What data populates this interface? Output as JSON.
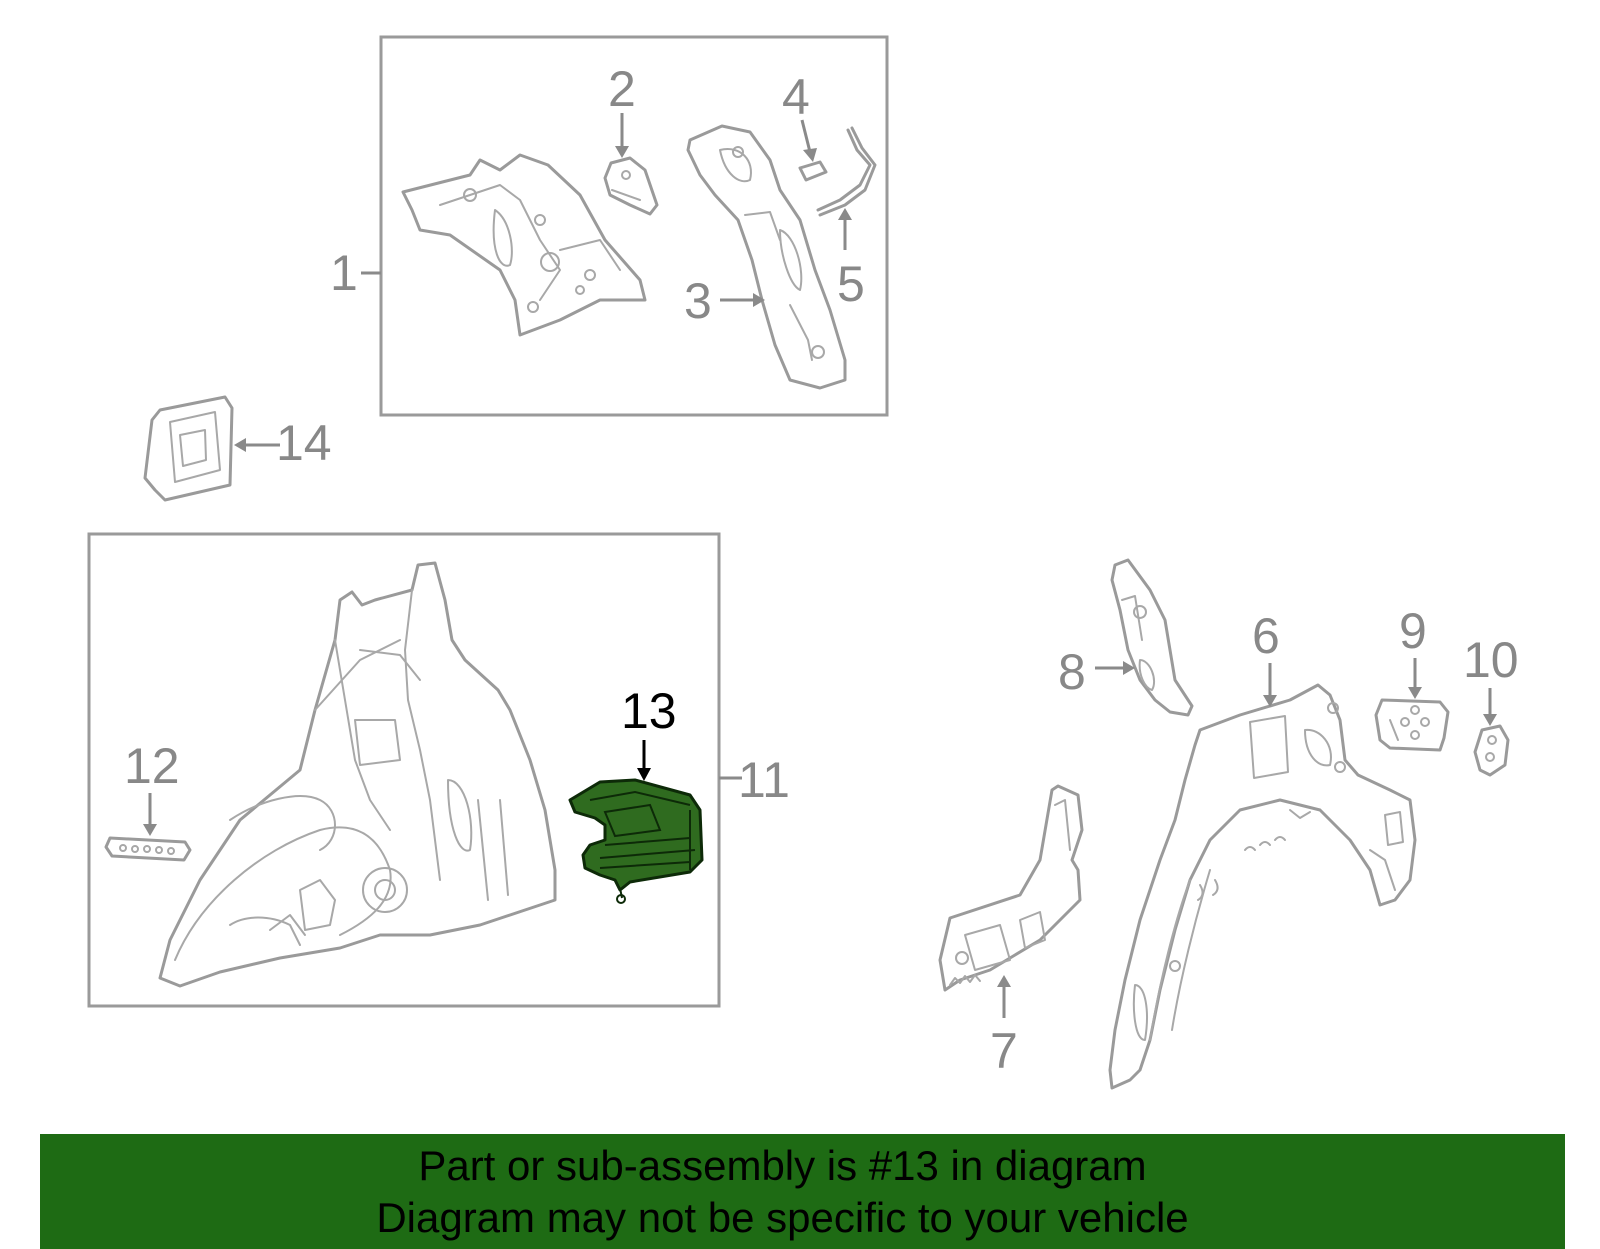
{
  "callouts": {
    "c1": "1",
    "c2": "2",
    "c3": "3",
    "c4": "4",
    "c5": "5",
    "c6": "6",
    "c7": "7",
    "c8": "8",
    "c9": "9",
    "c10": "10",
    "c11": "11",
    "c12": "12",
    "c13": "13",
    "c14": "14"
  },
  "highlight": {
    "part": "13",
    "color": "#2f6b1f"
  },
  "caption": {
    "line1": "Part or sub-assembly is #13 in diagram",
    "line2": "Diagram may not be specific to your vehicle",
    "background": "#1e6b14"
  }
}
